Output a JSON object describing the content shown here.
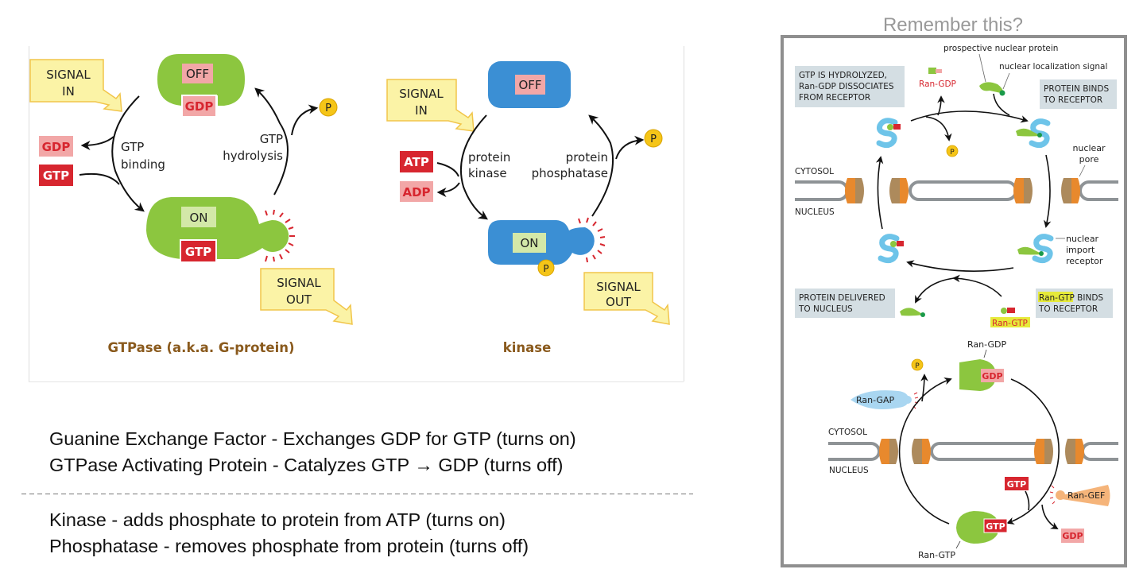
{
  "colors": {
    "green_protein": "#8cc63f",
    "blue_protein": "#3b8fd4",
    "callout_fill": "#fbf3a6",
    "callout_stroke": "#f1c54a",
    "gdp_pink": "#f2a7a7",
    "gtp_red": "#d7262f",
    "on_label": "#d3e8a8",
    "phosphate_yellow": "#f5c518",
    "title_brown": "#8a5a1d",
    "receptor_blue": "#6ec4e9",
    "pore_orange": "#e8892d",
    "pore_brown": "#ad8a5c",
    "membrane_gray": "#8e9396",
    "info_box": "#d4dee3",
    "ran_gef": "#f5b47a",
    "ran_gap": "#a9d6f1"
  },
  "gtpase": {
    "signal_in": [
      "SIGNAL",
      "IN"
    ],
    "off": "OFF",
    "gdp_bound": "GDP",
    "gdp_out": "GDP",
    "gtp_in": "GTP",
    "binding": [
      "GTP",
      "binding"
    ],
    "hydrolysis": [
      "GTP",
      "hydrolysis"
    ],
    "phosphate": "P",
    "on": "ON",
    "gtp_bound": "GTP",
    "signal_out": [
      "SIGNAL",
      "OUT"
    ],
    "title": "GTPase (a.k.a. G-protein)"
  },
  "kinase": {
    "signal_in": [
      "SIGNAL",
      "IN"
    ],
    "off": "OFF",
    "atp": "ATP",
    "adp": "ADP",
    "kinase_label": [
      "protein",
      "kinase"
    ],
    "phosphatase_label": [
      "protein",
      "phosphatase"
    ],
    "phosphate": "P",
    "on": "ON",
    "bound_phosphate": "P",
    "signal_out": [
      "SIGNAL",
      "OUT"
    ],
    "title": "kinase"
  },
  "notes": {
    "lines_top": [
      "Guanine Exchange Factor - Exchanges GDP for GTP (turns on)",
      "GTPase Activating Protein - Catalyzes GTP → GDP (turns off)"
    ],
    "lines_bottom": [
      "Kinase - adds phosphate to protein from ATP (turns on)",
      "Phosphatase - removes phosphate from protein (turns off)"
    ]
  },
  "remember": {
    "heading": "Remember this?",
    "import_cycle": {
      "prospective_protein": "prospective nuclear protein",
      "nls": "nuclear localization signal",
      "hydrolyzed_box": [
        "GTP IS HYDROLYZED,",
        "Ran-GDP DISSOCIATES",
        "FROM RECEPTOR"
      ],
      "ran_gdp": "Ran-GDP",
      "binds_box": [
        "PROTEIN BINDS",
        "TO RECEPTOR"
      ],
      "phosphate": "P",
      "nuclear_pore": [
        "nuclear",
        "pore"
      ],
      "cytosol": "CYTOSOL",
      "nucleus": "NUCLEUS",
      "import_receptor": [
        "nuclear",
        "import",
        "receptor"
      ],
      "delivered_box": [
        "PROTEIN DELIVERED",
        "TO NUCLEUS"
      ],
      "ran_gtp_binds_box": [
        "Ran-GTP",
        " BINDS",
        "TO RECEPTOR"
      ],
      "ran_gtp": "Ran-GTP"
    },
    "ran_cycle": {
      "ran_gdp": "Ran-GDP",
      "gdp": "GDP",
      "phosphate": "P",
      "ran_gap": "Ran-GAP",
      "cytosol": "CYTOSOL",
      "nucleus": "NUCLEUS",
      "gtp_in": "GTP",
      "ran_gef": "Ran-GEF",
      "gtp_bound": "GTP",
      "gdp_out": "GDP",
      "ran_gtp": "Ran-GTP"
    }
  }
}
